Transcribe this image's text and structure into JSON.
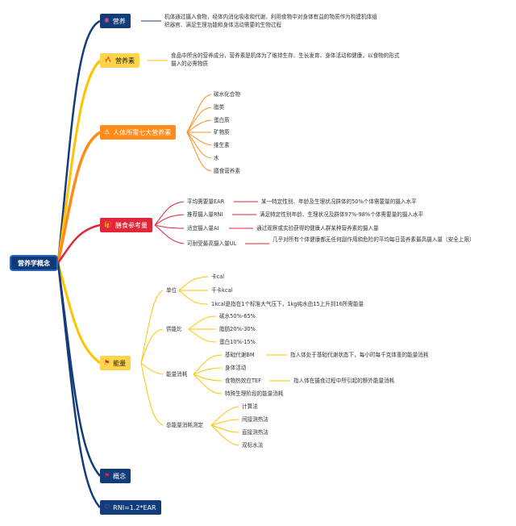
{
  "root": "营养学概念",
  "colors": {
    "navy": "#123c7a",
    "yellow": "#ffc400",
    "orange": "#ff8c1a",
    "red": "#e2263a"
  },
  "branches": {
    "b1": {
      "label": "营养",
      "icon": "sparkle-icon",
      "desc": "机体通过摄入食物，经体内消化吸收和代谢，利用食物中对身体有益的物质作为构建机体组织器官、满足生理功能和身体活动需要的生物过程"
    },
    "b2": {
      "label": "营养素",
      "icon": "flame-icon",
      "desc": "食品中所含的营养成分，营养素是机体为了维持生存、生长发育、身体活动和健康，以食物的形式摄入的必需物质"
    },
    "b3": {
      "label": "人体所需七大营养素",
      "icon": "warning-icon",
      "items": [
        "碳水化合物",
        "脂类",
        "蛋白质",
        "矿物质",
        "维生素",
        "水",
        "膳食营养素"
      ]
    },
    "b4": {
      "label": "膳食参考量",
      "icon": "gift-icon",
      "items": [
        {
          "name": "平均需要量EAR",
          "desc": "某一特定性别、年龄及生理状况群体的50%个体需要量的摄入水平"
        },
        {
          "name": "推荐摄入量RNI",
          "desc": "满足特定性别年龄、生理状况及群体97%-98%个体需要量的摄入水平"
        },
        {
          "name": "适宜摄入量AI",
          "desc": "通过观察或实验获得的健康人群某种营养素的摄入量"
        },
        {
          "name": "可耐受最高摄入量UL",
          "desc": "几乎对所有个体健康都无任何副作用和危险的平均每日营养素最高摄入量（安全上限）"
        }
      ]
    },
    "b5": {
      "label": "能量",
      "icon": "flag-icon",
      "unit": {
        "label": "单位",
        "items": [
          "卡cal",
          "千卡kcal",
          "1kcal是指在1个标准大气压下，1kg纯水由15上升到16所需能量"
        ]
      },
      "ratio": {
        "label": "供能比",
        "items": [
          "碳水50%-65%",
          "脂肪20%-30%",
          "蛋白10%-15%"
        ]
      },
      "consumption": {
        "label": "能量消耗",
        "items": [
          {
            "name": "基础代谢BM",
            "desc": "指人体处于基础代谢状态下，每小时每千克体重的能量消耗"
          },
          {
            "name": "身体活动",
            "desc": ""
          },
          {
            "name": "食物热效应TEF",
            "desc": "指人体在摄食过程中所引起的额外能量消耗"
          },
          {
            "name": "特殊生理阶段的能量消耗",
            "desc": ""
          }
        ]
      },
      "measure": {
        "label": "总能量消耗测定",
        "items": [
          "计算法",
          "间接测热法",
          "直接测热法",
          "双标水法"
        ]
      }
    },
    "b6": {
      "label": "概念",
      "icon": "flag-icon"
    },
    "b7": {
      "label": "RNI=1.2*EAR",
      "icon": "heart-icon"
    }
  }
}
